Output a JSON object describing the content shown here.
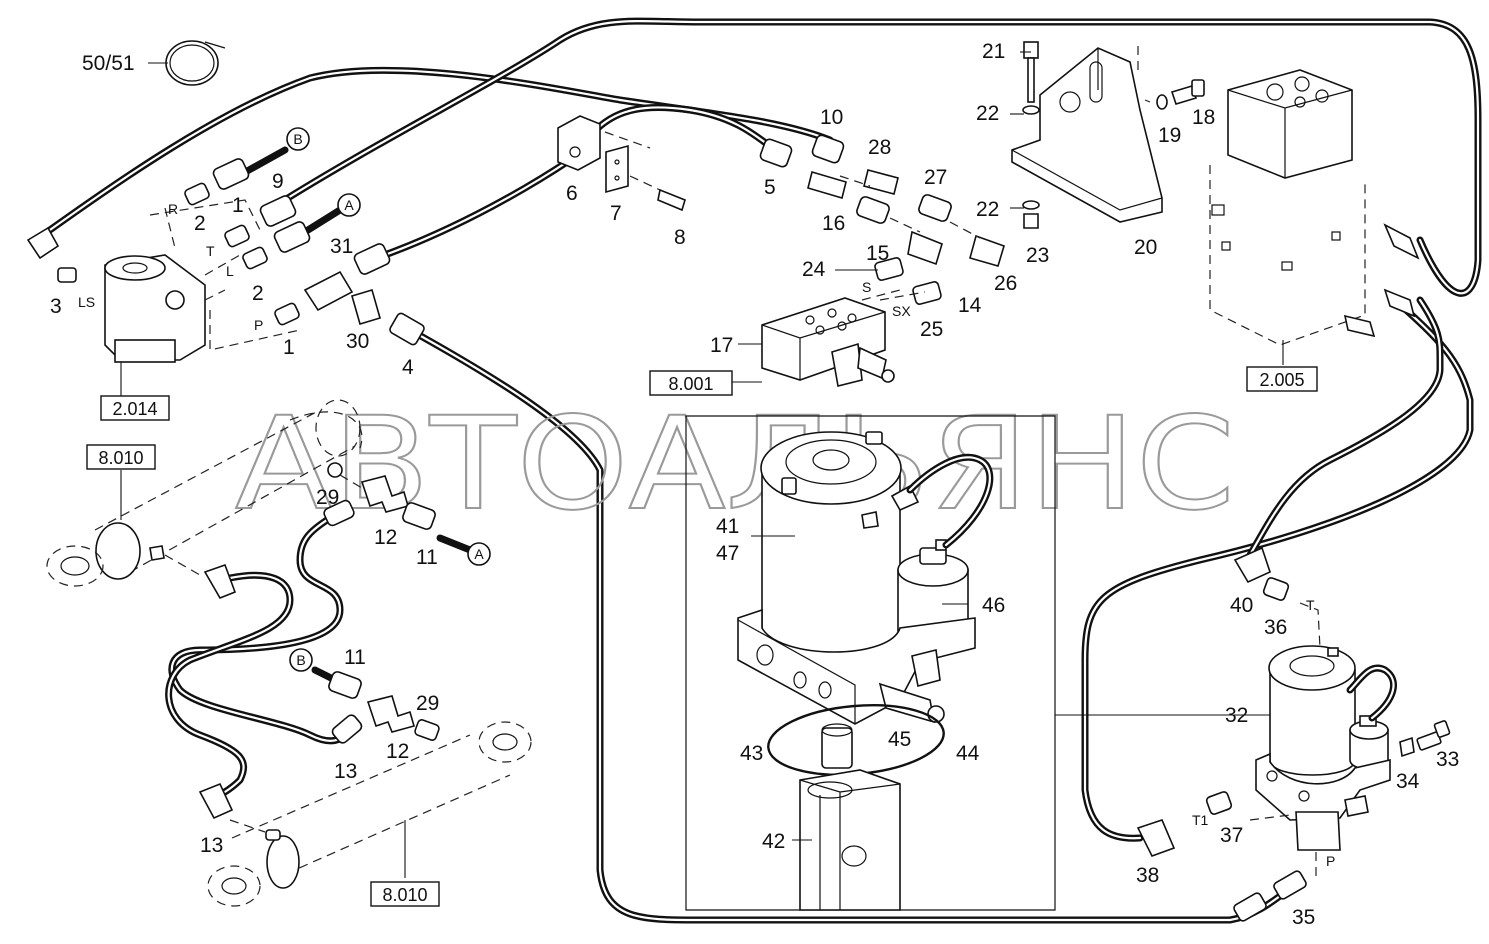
{
  "watermark": "АВТОАЛЬЯНС",
  "circle_markers": [
    "B",
    "A",
    "A",
    "B"
  ],
  "port_letters": [
    "R",
    "T",
    "L",
    "P",
    "LS",
    "S",
    "SX",
    "T",
    "T1",
    "P"
  ],
  "references": [
    "2.014",
    "8.001",
    "8.010",
    "2.005",
    "8.010"
  ],
  "callouts": [
    "50/51",
    "2",
    "1",
    "9",
    "3",
    "2",
    "1",
    "31",
    "30",
    "4",
    "10",
    "28",
    "5",
    "27",
    "16",
    "15",
    "6",
    "7",
    "8",
    "24",
    "14",
    "26",
    "25",
    "17",
    "21",
    "22",
    "19",
    "18",
    "22",
    "23",
    "20",
    "29",
    "12",
    "11",
    "11",
    "29",
    "12",
    "13",
    "13",
    "41",
    "47",
    "46",
    "43",
    "45",
    "44",
    "42",
    "32",
    "40",
    "36",
    "33",
    "34",
    "37",
    "38",
    "35"
  ]
}
